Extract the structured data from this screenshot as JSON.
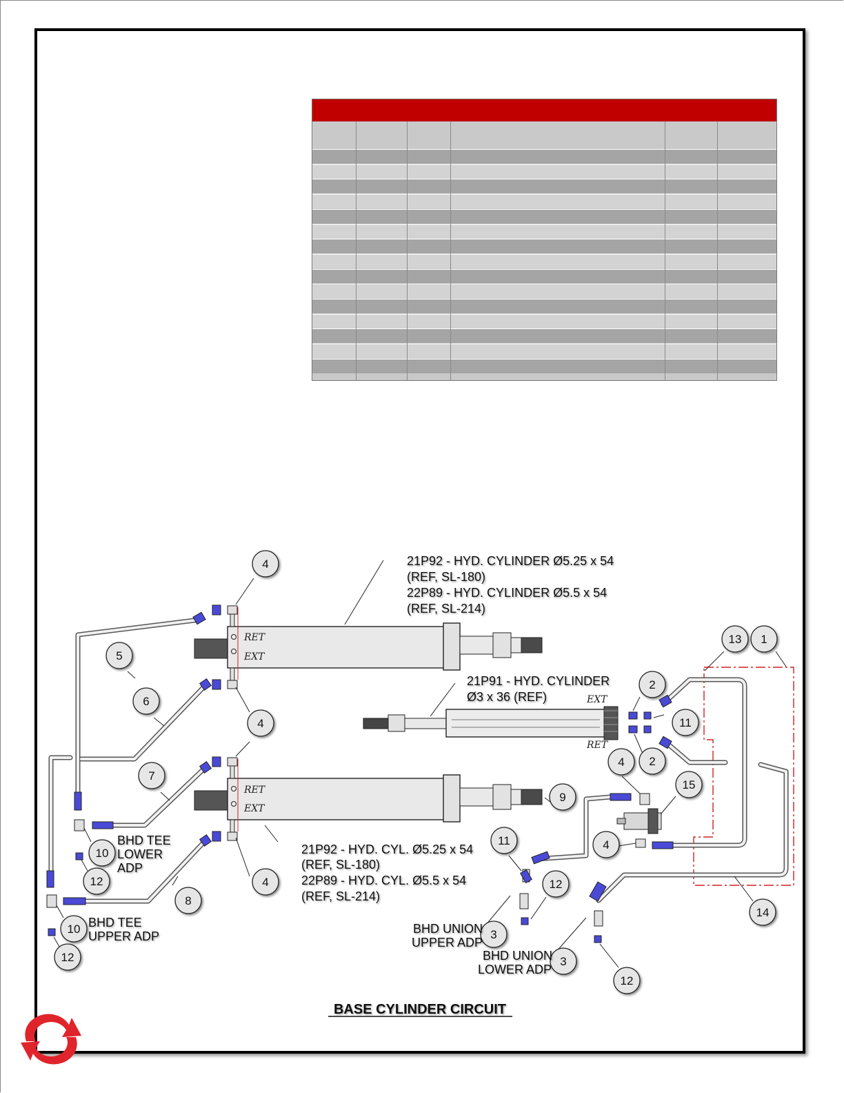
{
  "diagram": {
    "title": "BASE CYLINDER CIRCUIT",
    "callouts": [
      {
        "id": "c4a",
        "label": "4"
      },
      {
        "id": "c5",
        "label": "5"
      },
      {
        "id": "c6",
        "label": "6"
      },
      {
        "id": "c4b",
        "label": "4"
      },
      {
        "id": "c7",
        "label": "7"
      },
      {
        "id": "c10a",
        "label": "10"
      },
      {
        "id": "c12a",
        "label": "12"
      },
      {
        "id": "c4c",
        "label": "4"
      },
      {
        "id": "c8",
        "label": "8"
      },
      {
        "id": "c10b",
        "label": "10"
      },
      {
        "id": "c12b",
        "label": "12"
      },
      {
        "id": "c13",
        "label": "13"
      },
      {
        "id": "c1",
        "label": "1"
      },
      {
        "id": "c2a",
        "label": "2"
      },
      {
        "id": "c11a",
        "label": "11"
      },
      {
        "id": "c2b",
        "label": "2"
      },
      {
        "id": "c4d",
        "label": "4"
      },
      {
        "id": "c15",
        "label": "15"
      },
      {
        "id": "c9",
        "label": "9"
      },
      {
        "id": "c4e",
        "label": "4"
      },
      {
        "id": "c11b",
        "label": "11"
      },
      {
        "id": "c12c",
        "label": "12"
      },
      {
        "id": "c3a",
        "label": "3"
      },
      {
        "id": "c3b",
        "label": "3"
      },
      {
        "id": "c14",
        "label": "14"
      },
      {
        "id": "c12d",
        "label": "12"
      }
    ],
    "port_labels": {
      "ret": "RET",
      "ext": "EXT"
    },
    "notes": {
      "cyl_top_1": "21P92 - HYD. CYLINDER Ø5.25 x 54",
      "cyl_top_2": "(REF, SL-180)",
      "cyl_top_3": "22P89 - HYD. CYLINDER Ø5.5 x 54",
      "cyl_top_4": "(REF, SL-214)",
      "cyl_mid_1": "21P91 - HYD. CYLINDER",
      "cyl_mid_2": "Ø3  x 36 (REF)",
      "cyl_bot_1": "21P92 - HYD. CYL. Ø5.25 x 54",
      "cyl_bot_2": "(REF, SL-180)",
      "cyl_bot_3": "22P89 - HYD. CYL. Ø5.5 x 54",
      "cyl_bot_4": "(REF, SL-214)",
      "bhd_tee_lower_1": "BHD TEE",
      "bhd_tee_lower_2": "LOWER",
      "bhd_tee_lower_3": "ADP",
      "bhd_tee_upper_1": "BHD TEE",
      "bhd_tee_upper_2": "UPPER ADP",
      "bhd_union_upper_1": "BHD UNION",
      "bhd_union_upper_2": "UPPER ADP",
      "bhd_union_lower_1": "BHD UNION",
      "bhd_union_lower_2": "LOWER ADP"
    }
  },
  "colors": {
    "table_header": "#c00000",
    "row_dark": "#a5a5a5",
    "row_light": "#d3d3d3",
    "fitting_blue": "#2a2acc",
    "boundary_red": "#d02020",
    "logo_red": "#e0242c"
  }
}
